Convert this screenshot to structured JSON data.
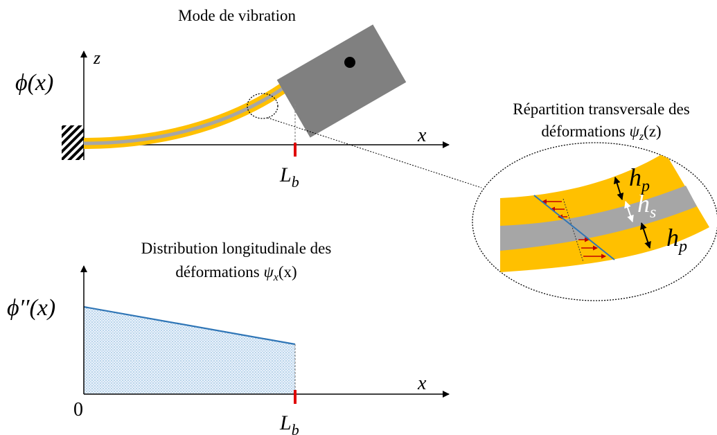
{
  "top_panel": {
    "title": "Mode de vibration",
    "y_label": "ϕ(x)",
    "z_axis": "z",
    "x_axis": "x",
    "tip_label": "L",
    "tip_sub": "b"
  },
  "cross_section": {
    "title_line1": "Répartition transversale des",
    "title_line2_text": "déformations ",
    "title_line2_psi": "ψ",
    "title_line2_sub": "z",
    "title_line2_arg": "(z)",
    "hp_top": "h",
    "hp_top_sub": "p",
    "hs": "h",
    "hs_sub": "s",
    "hp_bottom": "h",
    "hp_bottom_sub": "p"
  },
  "bottom_panel": {
    "title_line1": "Distribution longitudinale des",
    "title_line2_text": "déformations ",
    "title_line2_psi": "ψ",
    "title_line2_sub": "x",
    "title_line2_arg": "(x)",
    "y_label": "ϕ′′(x)",
    "x_axis": "x",
    "origin": "0",
    "tip_label": "L",
    "tip_sub": "b"
  },
  "colors": {
    "beam_yellow": "#FFC000",
    "beam_core": "#A6A6A6",
    "mass": "#808080",
    "curve": "#2E75B6",
    "fill_dots": "#9DC3E6",
    "marker_red": "#E00000",
    "arrow_red": "#C00000"
  }
}
